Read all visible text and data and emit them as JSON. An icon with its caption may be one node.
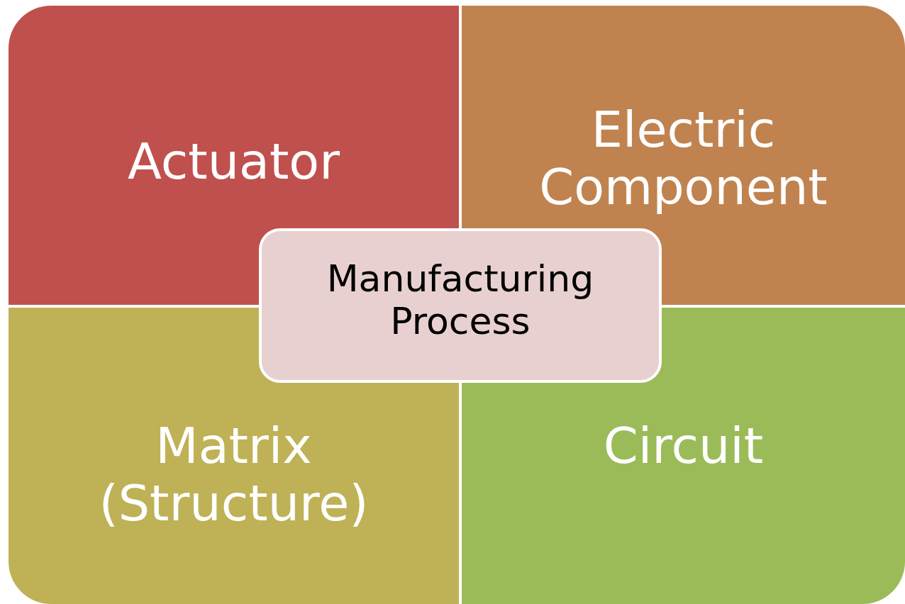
{
  "diagram": {
    "nodes": [
      {
        "text": [
          "Actuator"
        ]
      },
      {
        "text": [
          "Electric Component"
        ]
      },
      {
        "text": [
          "Manufacturing Process"
        ]
      },
      {
        "text": [
          "Matrix (Structure)"
        ]
      },
      {
        "text": [
          "Circuit"
        ]
      }
    ]
  }
}
